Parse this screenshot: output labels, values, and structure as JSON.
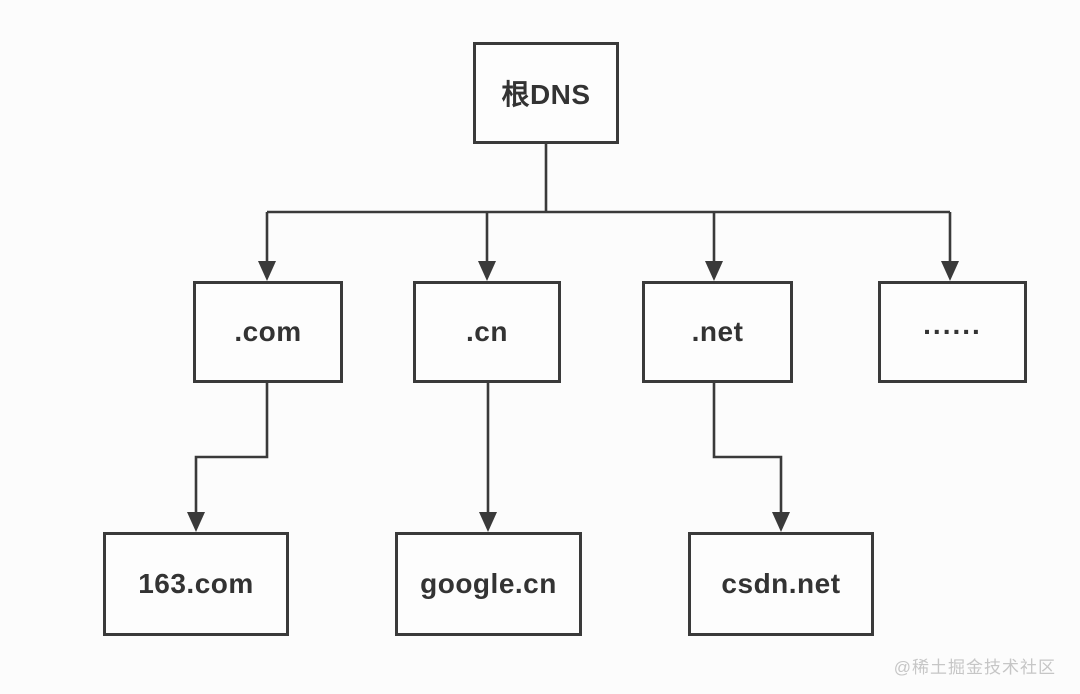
{
  "diagram": {
    "type": "tree",
    "root": {
      "id": "root-dns",
      "label": "根DNS"
    },
    "level2": [
      {
        "id": "tld-com",
        "label": ".com"
      },
      {
        "id": "tld-cn",
        "label": ".cn"
      },
      {
        "id": "tld-net",
        "label": ".net"
      },
      {
        "id": "tld-etc",
        "label": "......"
      }
    ],
    "level3": [
      {
        "id": "domain-163",
        "label": "163.com"
      },
      {
        "id": "domain-google",
        "label": "google.cn"
      },
      {
        "id": "domain-csdn",
        "label": "csdn.net"
      }
    ],
    "edges": [
      {
        "from": "根DNS",
        "to": ".com"
      },
      {
        "from": "根DNS",
        "to": ".cn"
      },
      {
        "from": "根DNS",
        "to": ".net"
      },
      {
        "from": "根DNS",
        "to": "......"
      },
      {
        "from": ".com",
        "to": "163.com"
      },
      {
        "from": ".cn",
        "to": "google.cn"
      },
      {
        "from": ".net",
        "to": "csdn.net"
      }
    ],
    "colors": {
      "line": "#3a3a3a",
      "node_border": "#3a3a3a",
      "node_text": "#333333",
      "background": "#fcfcfc",
      "watermark_text": "#c6c6c6"
    }
  },
  "watermark": {
    "text": "@稀土掘金技术社区"
  }
}
